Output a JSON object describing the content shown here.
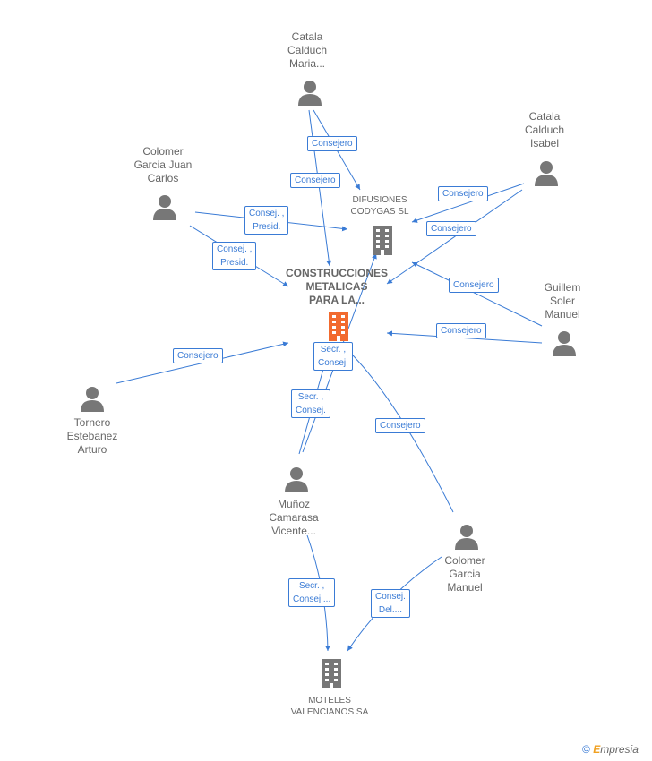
{
  "nodes": {
    "catala_maria": {
      "label_lines": [
        "Catala",
        "Calduch",
        "Maria..."
      ],
      "icon": "person-icon"
    },
    "catala_isabel": {
      "label_lines": [
        "Catala",
        "Calduch",
        "Isabel"
      ],
      "icon": "person-icon"
    },
    "colomer_juan": {
      "label_lines": [
        "Colomer",
        "Garcia Juan",
        "Carlos"
      ],
      "icon": "person-icon"
    },
    "guillem": {
      "label_lines": [
        "Guillem",
        "Soler",
        "Manuel"
      ],
      "icon": "person-icon"
    },
    "tornero": {
      "label_lines": [
        "Tornero",
        "Estebanez",
        "Arturo"
      ],
      "icon": "person-icon"
    },
    "munoz": {
      "label_lines": [
        "Muñoz",
        "Camarasa",
        "Vicente..."
      ],
      "icon": "person-icon"
    },
    "colomer_manuel": {
      "label_lines": [
        "Colomer",
        "Garcia",
        "Manuel"
      ],
      "icon": "person-icon"
    },
    "difusiones": {
      "label_lines": [
        "DIFUSIONES",
        "CODYGAS SL"
      ],
      "icon": "building-icon"
    },
    "construcciones": {
      "label_lines": [
        "CONSTRUCCIONES",
        "METALICAS",
        "PARA LA..."
      ],
      "icon": "building-icon"
    },
    "moteles": {
      "label_lines": [
        "MOTELES",
        "VALENCIANOS SA"
      ],
      "icon": "building-icon"
    }
  },
  "edge_labels": {
    "e1": [
      "Consejero"
    ],
    "e2": [
      "Consejero"
    ],
    "e3": [
      "Consejero"
    ],
    "e4": [
      "Consejero"
    ],
    "e5": [
      "Consej. ,",
      "Presid."
    ],
    "e6": [
      "Consej. ,",
      "Presid."
    ],
    "e7": [
      "Consejero"
    ],
    "e8": [
      "Consejero"
    ],
    "e9": [
      "Consejero"
    ],
    "e10": [
      "Secr. ,",
      "Consej."
    ],
    "e11": [
      "Secr. ,",
      "Consej."
    ],
    "e12": [
      "Consejero"
    ],
    "e13": [
      "Secr. ,",
      "Consej...."
    ],
    "e14": [
      "Consej.",
      "Del...."
    ]
  },
  "colors": {
    "edge": "#3a7bd5",
    "icon": "#777777",
    "highlight": "#f26a2e",
    "text": "#666666"
  },
  "footer": {
    "copyright": "©",
    "brand_initial": "E",
    "brand_rest": "mpresia"
  }
}
